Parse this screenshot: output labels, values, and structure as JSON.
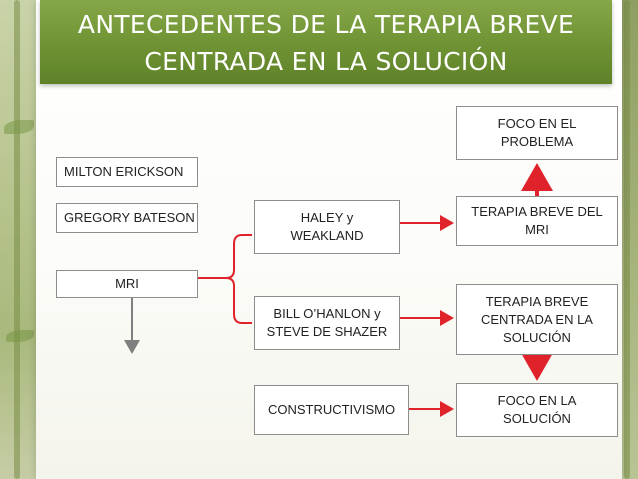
{
  "title_lines": [
    "ANTECEDENTES DE LA TERAPIA BREVE",
    "CENTRADA EN LA SOLUCIÓN"
  ],
  "nodes": {
    "milton": "MILTON ERICKSON",
    "gregory": "GREGORY BATESON",
    "mri": "MRI",
    "haley_l1": "HALEY y",
    "haley_l2": "WEAKLAND",
    "bill_l1": "BILL O’HANLON y",
    "bill_l2": "STEVE DE SHAZER",
    "construct": "CONSTRUCTIVISMO",
    "foco_prob_l1": "FOCO EN EL",
    "foco_prob_l2": "PROBLEMA",
    "tb_mri_l1": "TERAPIA BREVE DEL",
    "tb_mri_l2": "MRI",
    "tbcs_l1": "TERAPIA BREVE",
    "tbcs_l2": "CENTRADA EN LA",
    "tbcs_l3": "SOLUCIÓN",
    "foco_sol_l1": "FOCO EN LA",
    "foco_sol_l2": "SOLUCIÓN"
  },
  "colors": {
    "title_band": "#6e9233",
    "arrow_red": "#e0232b",
    "arrow_gray": "#7f7f7f",
    "box_border": "#8d8d8d"
  }
}
